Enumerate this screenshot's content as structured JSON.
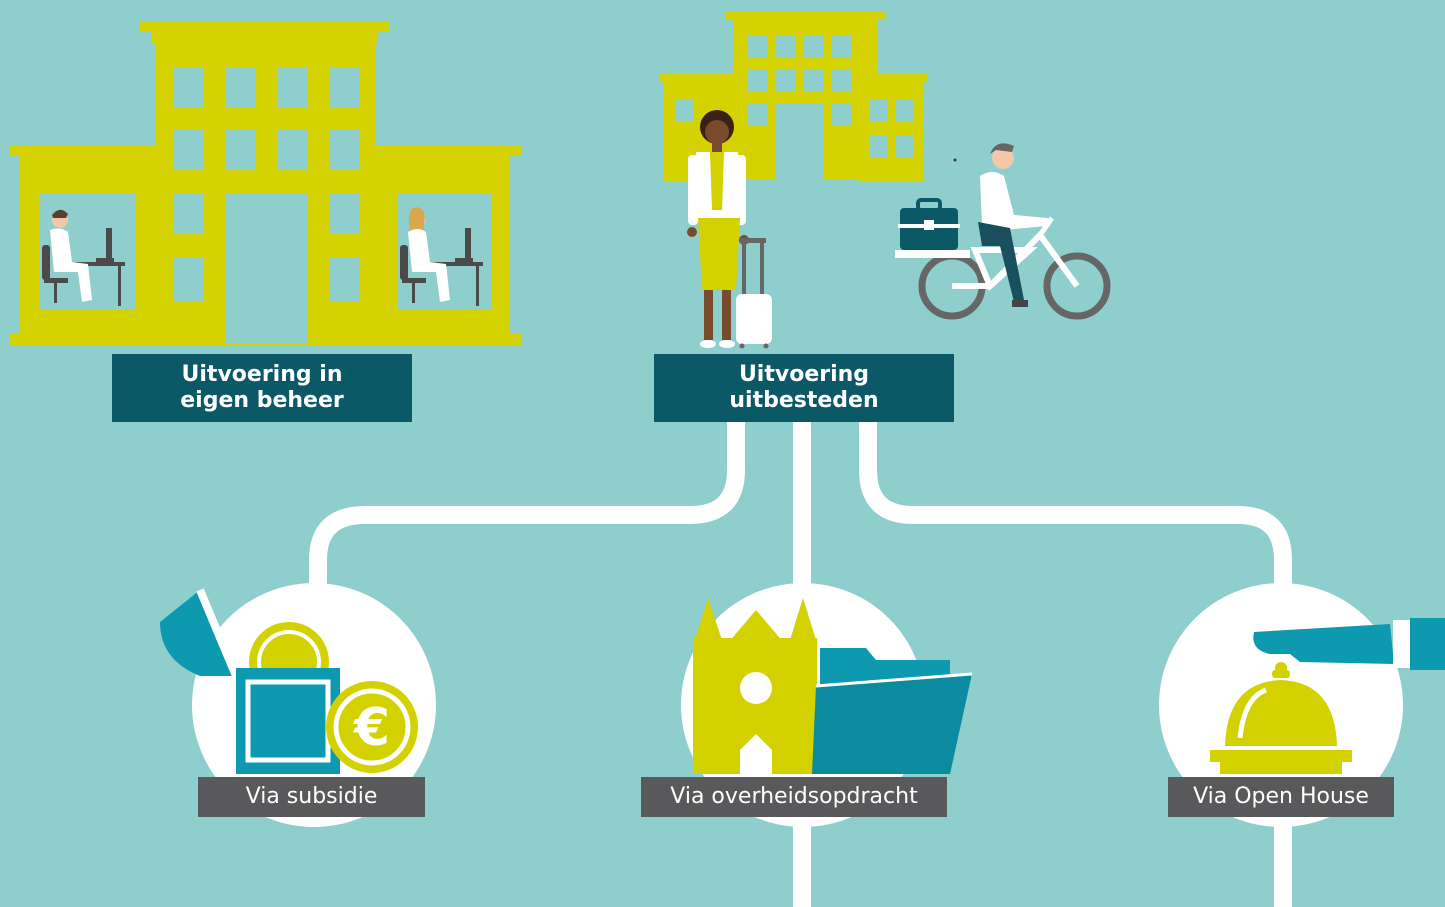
{
  "colors": {
    "background": "#8ecfcd",
    "building": "#d3d200",
    "dark_label": "#0b5866",
    "grey_label": "#59595b",
    "teal": "#0d9ab0",
    "white": "#ffffff"
  },
  "top_nodes": [
    {
      "id": "own",
      "line1": "Uitvoering in",
      "line2": "eigen beheer"
    },
    {
      "id": "outsource",
      "line1": "Uitvoering",
      "line2": "uitbesteden"
    }
  ],
  "branches": [
    {
      "id": "subsidy",
      "label": "Via subsidie",
      "icon": "euro-coins-box-icon",
      "currency_symbol": "€"
    },
    {
      "id": "public-contract",
      "label": "Via overheidsopdracht",
      "icon": "church-folder-icon"
    },
    {
      "id": "open-house",
      "label": "Via Open House",
      "icon": "service-bell-hand-icon"
    }
  ]
}
